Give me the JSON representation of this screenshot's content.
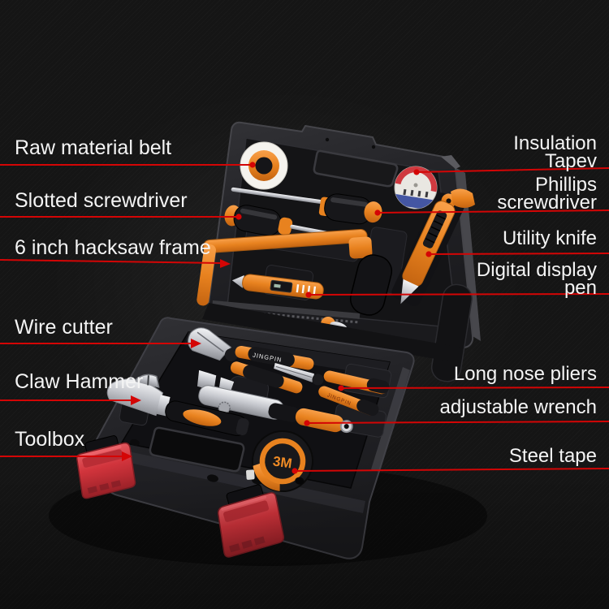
{
  "callouts": {
    "left": [
      {
        "label": "Raw material belt"
      },
      {
        "label": "Slotted screwdriver"
      },
      {
        "label": "6 inch hacksaw frame"
      },
      {
        "label": "Wire cutter"
      },
      {
        "label": "Claw Hammer"
      },
      {
        "label": "Toolbox"
      }
    ],
    "right": [
      {
        "lines": [
          "Insulation",
          "Tapev"
        ]
      },
      {
        "lines": [
          "Phillips",
          "screwdriver"
        ]
      },
      {
        "lines": [
          "Utility knife"
        ]
      },
      {
        "lines": [
          "Digital display",
          "pen"
        ]
      },
      {
        "lines": [
          "Long nose pliers"
        ]
      },
      {
        "lines": [
          "adjustable wrench"
        ]
      },
      {
        "lines": [
          "Steel tape"
        ]
      }
    ]
  },
  "markings": {
    "tape_measure_brand": "3M",
    "pliers_brand": "JINGPIN",
    "long_nose_brand": "JINGPIN"
  },
  "colors": {
    "accent_orange": "#e8821f",
    "callout_red": "#d40505",
    "latch_red": "#d84048",
    "label_text": "#f4f4f4"
  }
}
